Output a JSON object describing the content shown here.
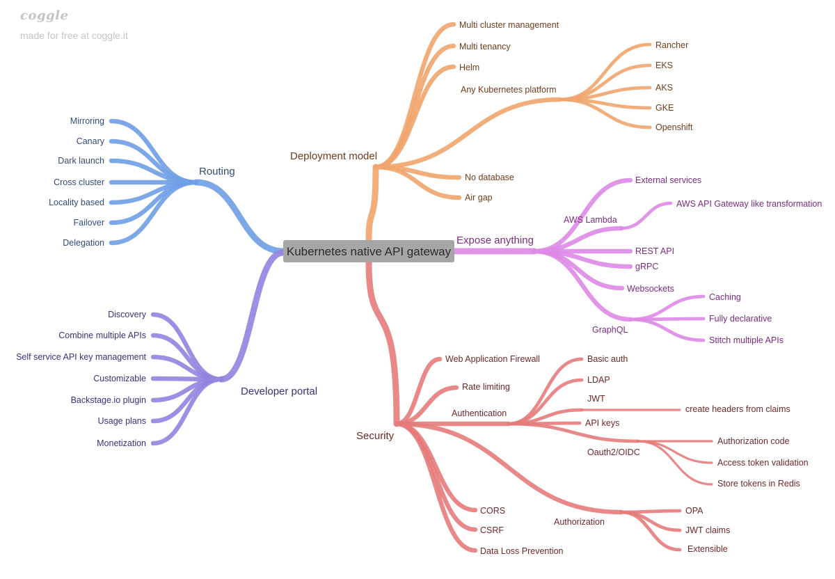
{
  "branding": {
    "logo": "coggle",
    "tagline": "made for free at coggle.it"
  },
  "colors": {
    "routing": "#6f9fe6",
    "routing_text": "#2f4d75",
    "deployment": "#f0a56d",
    "deployment_text": "#6e3d1c",
    "expose": "#de8ae6",
    "expose_text": "#7a2b80",
    "security": "#e57b7b",
    "security_text": "#6e2828",
    "portal": "#9483e0",
    "portal_text": "#3d2f7a",
    "center_box": "#a6a6a6",
    "center_text": "#2b2b2b"
  },
  "root": {
    "label": "Kubernetes native API gateway",
    "branches": [
      {
        "key": "routing",
        "label": "Routing",
        "children": [
          {
            "label": "Mirroring"
          },
          {
            "label": "Canary"
          },
          {
            "label": "Dark launch"
          },
          {
            "label": "Cross cluster"
          },
          {
            "label": "Locality based"
          },
          {
            "label": "Failover"
          },
          {
            "label": "Delegation"
          }
        ]
      },
      {
        "key": "portal",
        "label": "Developer portal",
        "children": [
          {
            "label": "Discovery"
          },
          {
            "label": "Combine multiple APIs"
          },
          {
            "label": "Self service API key management"
          },
          {
            "label": "Customizable"
          },
          {
            "label": "Backstage.io plugin"
          },
          {
            "label": "Usage plans"
          },
          {
            "label": "Monetization"
          }
        ]
      },
      {
        "key": "deployment",
        "label": "Deployment model",
        "children": [
          {
            "label": "Multi cluster management"
          },
          {
            "label": "Multi tenancy"
          },
          {
            "label": "Helm"
          },
          {
            "label": "Any Kubernetes platform",
            "children": [
              {
                "label": "Rancher"
              },
              {
                "label": "EKS"
              },
              {
                "label": "AKS"
              },
              {
                "label": "GKE"
              },
              {
                "label": "Openshift"
              }
            ]
          },
          {
            "label": "No database"
          },
          {
            "label": "Air gap"
          }
        ]
      },
      {
        "key": "expose",
        "label": "Expose anything",
        "children": [
          {
            "label": "External services"
          },
          {
            "label": "AWS Lambda",
            "children": [
              {
                "label": "AWS API Gateway like transformation"
              }
            ]
          },
          {
            "label": "REST API"
          },
          {
            "label": "gRPC"
          },
          {
            "label": "Websockets"
          },
          {
            "label": "GraphQL",
            "children": [
              {
                "label": "Caching"
              },
              {
                "label": "Fully declarative"
              },
              {
                "label": "Stitch multiple APIs"
              }
            ]
          }
        ]
      },
      {
        "key": "security",
        "label": "Security",
        "children": [
          {
            "label": "Web Application Firewall"
          },
          {
            "label": "Rate limiting"
          },
          {
            "label": "Authentication",
            "children": [
              {
                "label": "Basic auth"
              },
              {
                "label": "LDAP"
              },
              {
                "label": "JWT",
                "children": [
                  {
                    "label": "create headers from claims"
                  }
                ]
              },
              {
                "label": "API keys"
              },
              {
                "label": "Oauth2/OIDC",
                "children": [
                  {
                    "label": "Authorization code"
                  },
                  {
                    "label": "Access token validation"
                  },
                  {
                    "label": "Store tokens in Redis"
                  }
                ]
              }
            ]
          },
          {
            "label": "Authorization",
            "children": [
              {
                "label": "OPA"
              },
              {
                "label": "JWT claims"
              },
              {
                "label": "Extensible"
              }
            ]
          },
          {
            "label": "CORS"
          },
          {
            "label": "CSRF"
          },
          {
            "label": "Data Loss Prevention"
          }
        ]
      }
    ]
  }
}
